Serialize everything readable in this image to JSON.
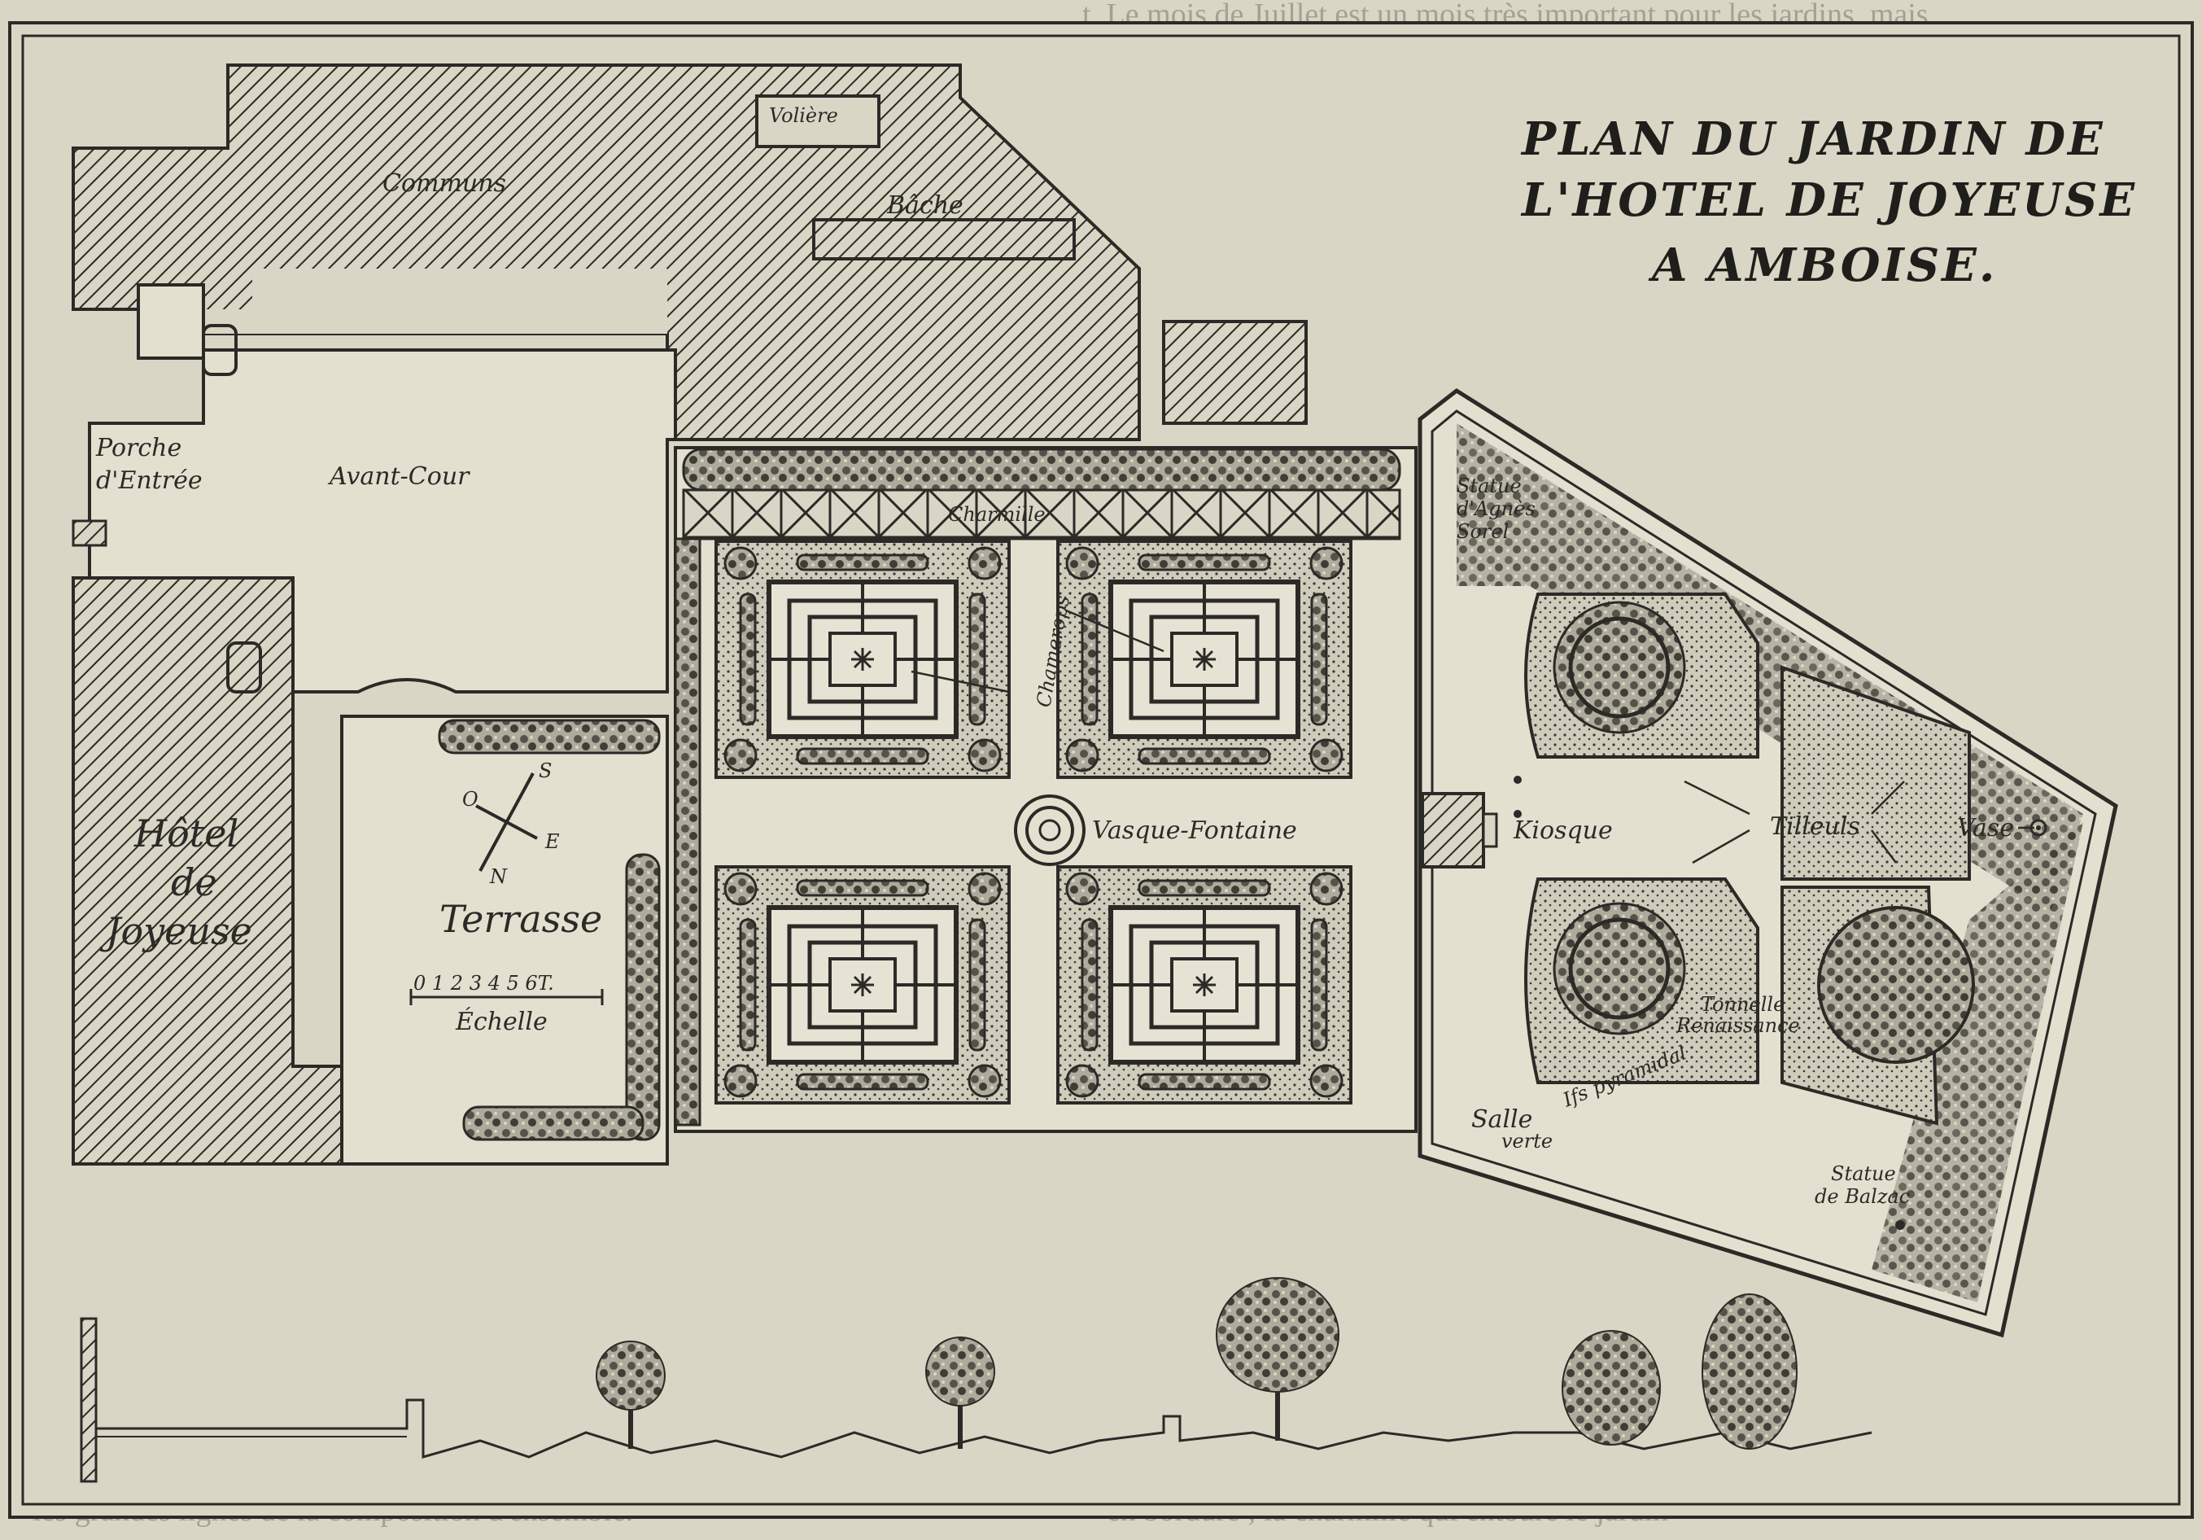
{
  "title": {
    "line1": "PLAN DU JARDIN DE",
    "line2": "L'HOTEL DE JOYEUSE",
    "line3": "A AMBOISE."
  },
  "labels": {
    "voliere": "Volière",
    "communs": "Communs",
    "bache": "Bâche",
    "porche_1": "Porche",
    "porche_2": "d'Entrée",
    "avant_cour": "Avant-Cour",
    "charmille": "Charmille",
    "chamerops": "Chamerops",
    "statue_sorel_1": "Statue",
    "statue_sorel_2": "d'Agnès",
    "statue_sorel_3": "Sorel",
    "hotel_1": "Hôtel",
    "hotel_2": "de",
    "hotel_3": "Joyeuse",
    "terrasse": "Terrasse",
    "vasque": "Vasque-Fontaine",
    "kiosque": "Kiosque",
    "tilleuls": "Tilleuls",
    "vase": "Vase",
    "tonnelle_1": "Tonnelle",
    "tonnelle_2": "Renaissance",
    "ifs": "Ifs pyramidal",
    "salle_1": "Salle",
    "salle_2": "verte",
    "statue_balzac_1": "Statue",
    "statue_balzac_2": "de Balzac"
  },
  "compass": {
    "s": "S",
    "o": "O",
    "e": "E",
    "n": "N"
  },
  "scale": {
    "ticks": "0  1  2  3  4  5  6T.",
    "label": "Échelle"
  },
  "icons": [
    "compass-icon",
    "tree-icon",
    "palm-icon",
    "vase-icon"
  ]
}
